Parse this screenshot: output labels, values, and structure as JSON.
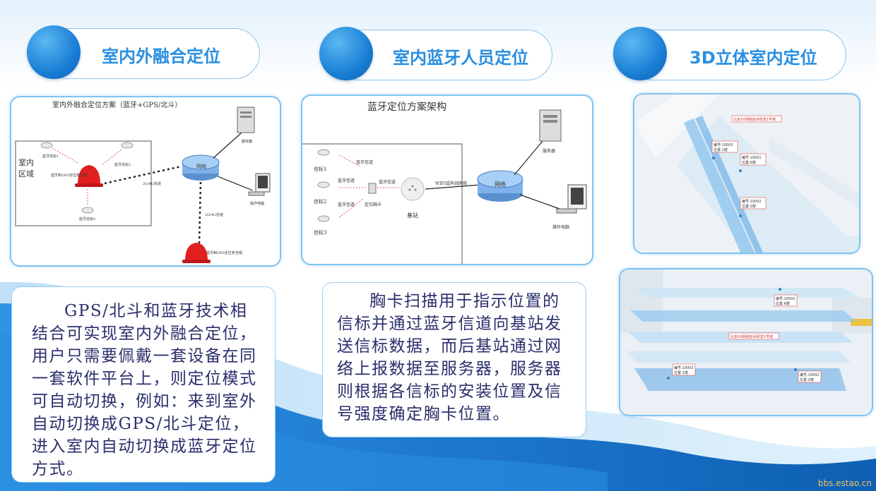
{
  "headers": [
    {
      "title": "室内外融合定位"
    },
    {
      "title": "室内蓝牙人员定位"
    },
    {
      "title": "3D立体室内定位"
    }
  ],
  "fusion": {
    "title": "室内外融合定位方案（蓝牙+GPS/北斗）",
    "indoor_label_1": "室内",
    "indoor_label_2": "区域",
    "beacon_a": "蓝牙信标1",
    "beacon_b": "蓝牙信标2",
    "beacon_c": "蓝牙信标3",
    "helmet_1": "蓝牙和GPS定位安全帽",
    "helmet_2": "蓝牙和GPS定位安全帽",
    "link_1": "2G/4G信道",
    "link_2": "2G/4G信道",
    "network": "网络",
    "server": "服务器",
    "computer": "操作电脑"
  },
  "bluetooth": {
    "title": "蓝牙定位方案架构",
    "beacon_1": "信标1",
    "beacon_2": "信标2",
    "beacon_3": "信标3",
    "signal_1": "蓝牙信道",
    "signal_2": "蓝牙信道",
    "signal_3": "蓝牙信道",
    "signal_4": "蓝牙信道",
    "badge": "定位胸卡",
    "base_station": "基站",
    "wifi": "WIFI或有线网络",
    "network": "网络",
    "server": "服务器",
    "computer": "操作电脑"
  },
  "view3d_top": {
    "building_label": "北京XX网络技术研发1号楼",
    "tag_1_id": "编号:10003",
    "tag_1_pos": "位置:1楼",
    "tag_2_id": "编号:10001",
    "tag_2_pos": "位置:6楼",
    "tag_3_id": "编号:10002",
    "tag_3_pos": "位置:2楼"
  },
  "view3d_bottom": {
    "building_label": "北京XX网络技术研发1号楼",
    "tag_1_id": "编号:10001",
    "tag_1_pos": "位置:6楼",
    "tag_2_id": "编号:10003",
    "tag_2_pos": "位置:1楼",
    "tag_3_id": "编号:10002",
    "tag_3_pos": "位置:2楼"
  },
  "text_left": "GPS/北斗和蓝牙技术相结合可实现室内外融合定位，用户只需要佩戴一套设备在同一套软件平台上，则定位模式可自动切换，例如：来到室外自动切换成GPS/北斗定位，进入室内自动切换成蓝牙定位方式。",
  "text_middle": "胸卡扫描用于指示位置的信标并通过蓝牙信道向基站发送信标数据，而后基站通过网络上报数据至服务器，服务器则根据各信标的安装位置及信号强度确定胸卡位置。",
  "watermark": "bbs.estao.cn",
  "colors": {
    "accent": "#2a8fe0",
    "wave": "#1a7fd6",
    "text": "#2a2f6b"
  }
}
